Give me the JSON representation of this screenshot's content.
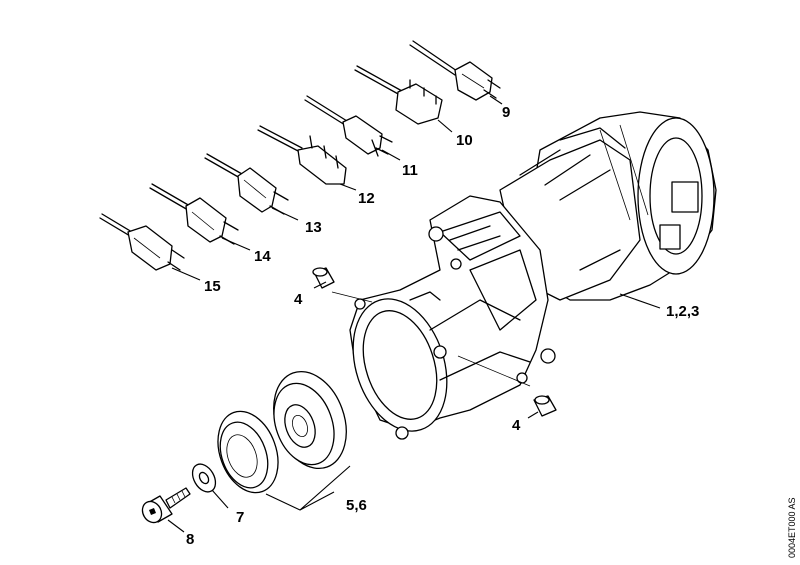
{
  "labels": {
    "l9": "9",
    "l10": "10",
    "l11": "11",
    "l12": "12",
    "l13": "13",
    "l14": "14",
    "l15": "15",
    "l4a": "4",
    "l4b": "4",
    "l123": "1,2,3",
    "l56": "5,6",
    "l7": "7",
    "l8": "8"
  },
  "drawing_code": "0004ET000 AS"
}
